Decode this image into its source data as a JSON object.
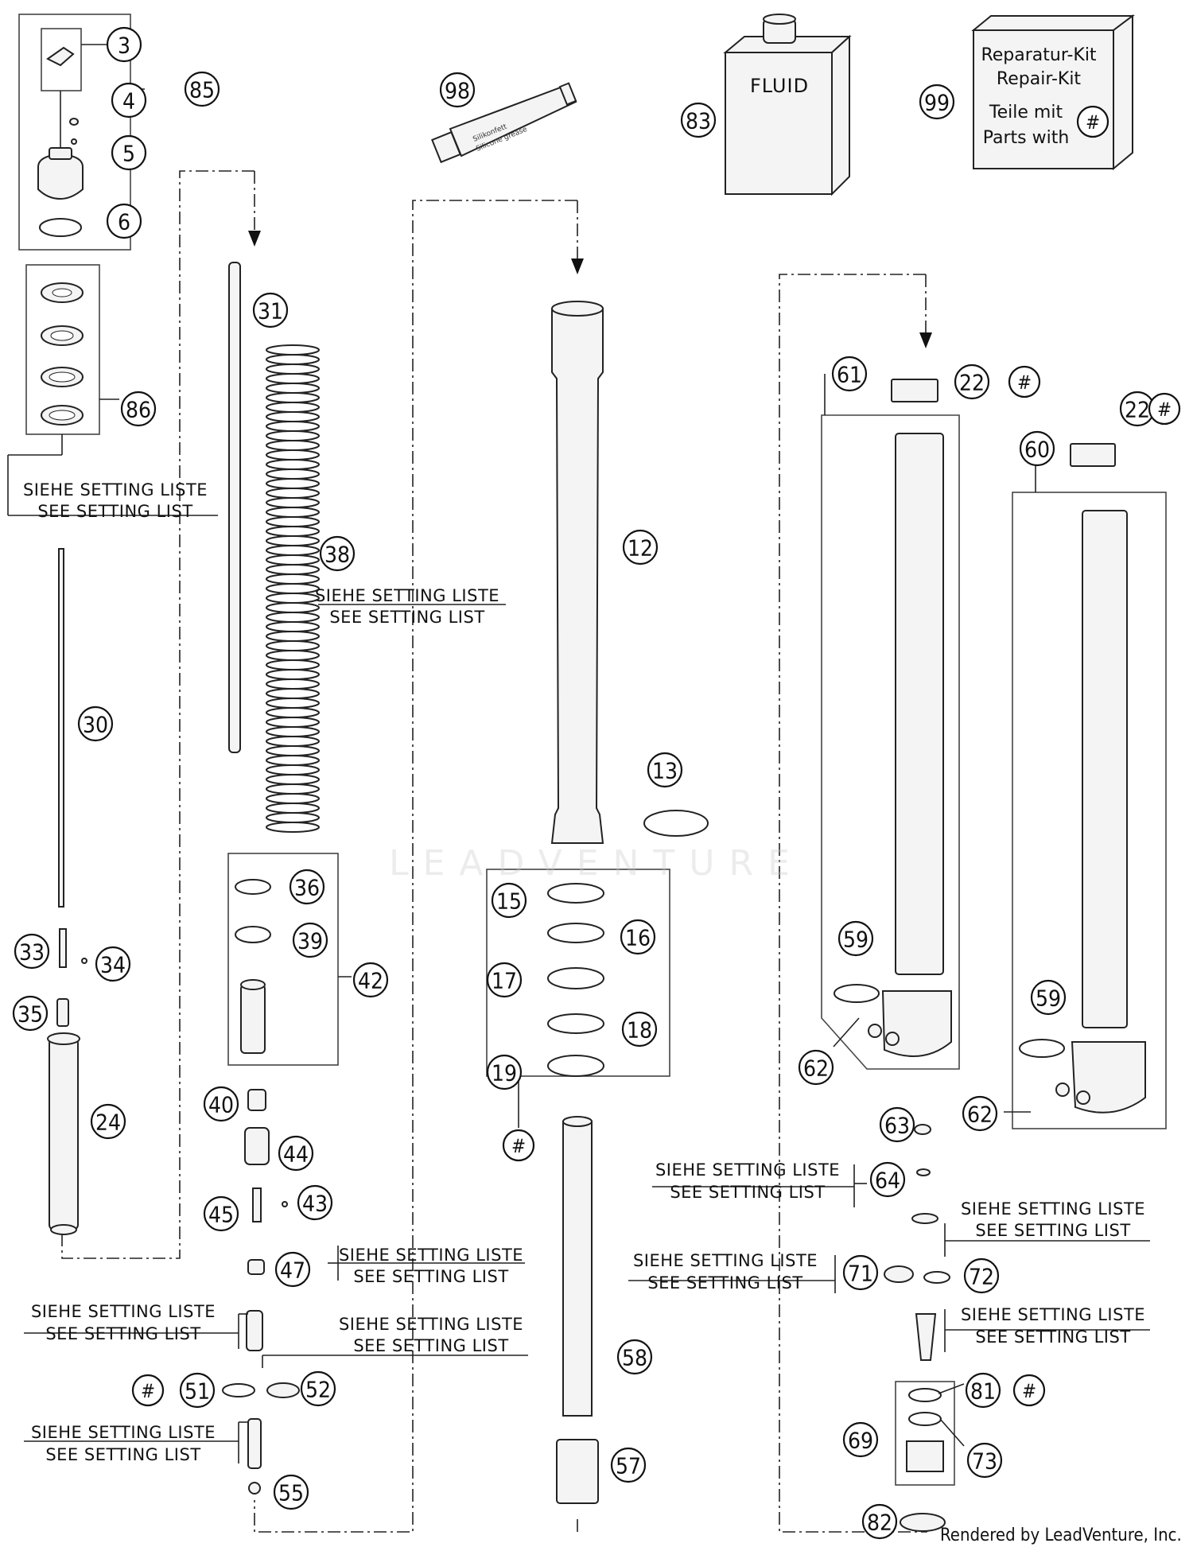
{
  "diagram": {
    "callouts": [
      "3",
      "4",
      "5",
      "6",
      "85",
      "86",
      "98",
      "83",
      "99",
      "31",
      "38",
      "12",
      "13",
      "30",
      "33",
      "34",
      "35",
      "24",
      "36",
      "39",
      "42",
      "40",
      "44",
      "45",
      "43",
      "47",
      "51",
      "52",
      "55",
      "15",
      "16",
      "17",
      "18",
      "19",
      "58",
      "57",
      "61",
      "60",
      "22",
      "59",
      "62",
      "63",
      "64",
      "71",
      "72",
      "81",
      "69",
      "73",
      "82"
    ],
    "hash_symbol": "#",
    "setting_list": {
      "de": "SIEHE SETTING LISTE",
      "en": "SEE SETTING LIST"
    },
    "repair_kit": {
      "line1": "Reparatur-Kit",
      "line2": "Repair-Kit",
      "line3": "Teile mit",
      "line4": "Parts with"
    },
    "fluid_label": "FLUID",
    "grease_tube": {
      "line1": "Silikonfett",
      "line2": "Silicone grease"
    },
    "watermark": "LEADVENTURE",
    "credit": "Rendered by LeadVenture, Inc."
  }
}
